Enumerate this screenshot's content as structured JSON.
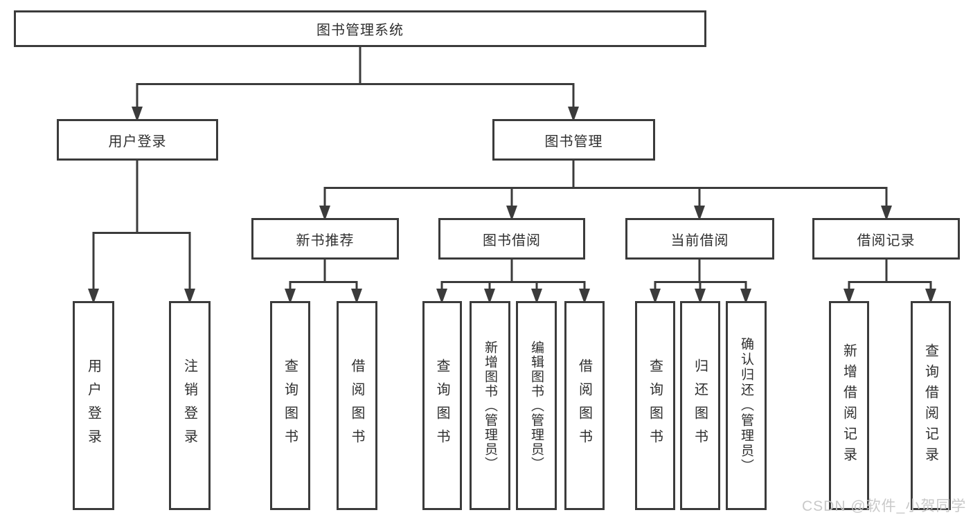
{
  "diagram": {
    "title": "图书管理系统",
    "level2": {
      "user_login": "用户登录",
      "book_management": "图书管理"
    },
    "level3": {
      "new_book_recommend": "新书推荐",
      "book_borrow": "图书借阅",
      "current_borrow": "当前借阅",
      "borrow_record": "借阅记录"
    },
    "leaves": {
      "user_login_login": "用户登录",
      "user_login_logout": "注销登录",
      "new_book_query": "查询图书",
      "new_book_borrow": "借阅图书",
      "borrow_query": "查询图书",
      "borrow_add": "新增图书（管理员）",
      "borrow_edit": "编辑图书（管理员）",
      "borrow_borrow": "借阅图书",
      "current_query": "查询图书",
      "current_return": "归还图书",
      "current_confirm": "确认归还（管理员）",
      "record_add": "新增借阅记录",
      "record_query": "查询借阅记录"
    }
  },
  "watermark": "CSDN @软件_小贺同学",
  "colors": {
    "background": "#ffffff",
    "stroke": "#3b3b3b",
    "text": "#2f2f2f",
    "watermark": "#c6c6c6"
  }
}
